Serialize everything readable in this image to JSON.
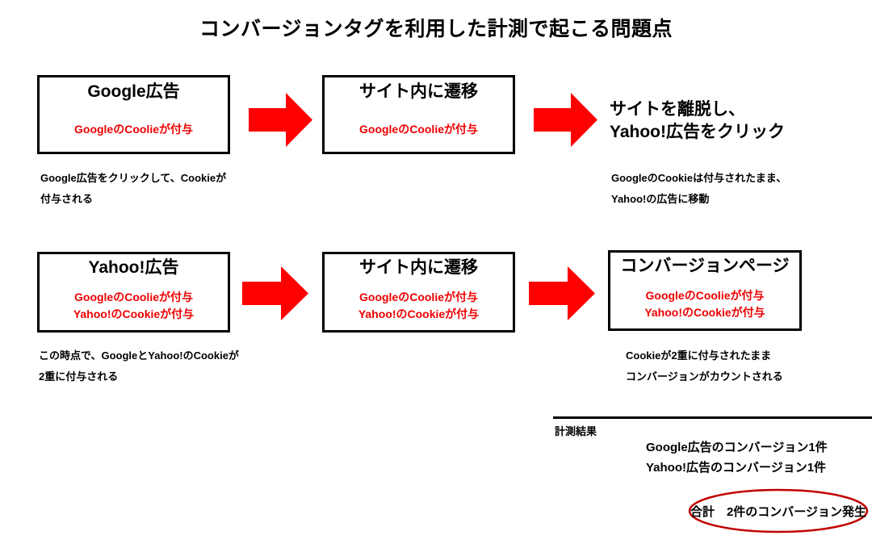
{
  "title": "コンバージョンタグを利用した計測で起こる問題点",
  "accent_red": "#ee0000",
  "ellipse_red": "#c00000",
  "row1": {
    "box1": {
      "title": "Google広告",
      "lines": [
        "GoogleのCoolieが付与"
      ],
      "caption": [
        "Google広告をクリックして、Cookieが",
        "付与される"
      ]
    },
    "box2": {
      "title": "サイト内に遷移",
      "lines": [
        "GoogleのCoolieが付与"
      ]
    },
    "box3": {
      "title_line1": "サイトを離脱し、",
      "title_line2": "Yahoo!広告をクリック",
      "caption": [
        "GoogleのCookieは付与されたまま、",
        "Yahoo!の広告に移動"
      ]
    },
    "arrow1": "right-arrow-icon",
    "arrow2": "right-arrow-icon"
  },
  "row2": {
    "box1": {
      "title": "Yahoo!広告",
      "lines": [
        "GoogleのCoolieが付与",
        "Yahoo!のCookieが付与"
      ],
      "caption": [
        "この時点で、GoogleとYahoo!のCookieが",
        "2重に付与される"
      ]
    },
    "box2": {
      "title": "サイト内に遷移",
      "lines": [
        "GoogleのCoolieが付与",
        "Yahoo!のCookieが付与"
      ]
    },
    "box3": {
      "title": "コンバージョンページ",
      "lines": [
        "GoogleのCoolieが付与",
        "Yahoo!のCookieが付与"
      ],
      "caption": [
        "Cookieが2重に付与されたまま",
        "コンバージョンがカウントされる"
      ]
    },
    "arrow1": "right-arrow-icon",
    "arrow2": "right-arrow-icon"
  },
  "results": {
    "label": "計測結果",
    "items": [
      "Google広告のコンバージョン1件",
      "Yahoo!広告のコンバージョン1件"
    ],
    "total": "合計　2件のコンバージョン発生"
  }
}
